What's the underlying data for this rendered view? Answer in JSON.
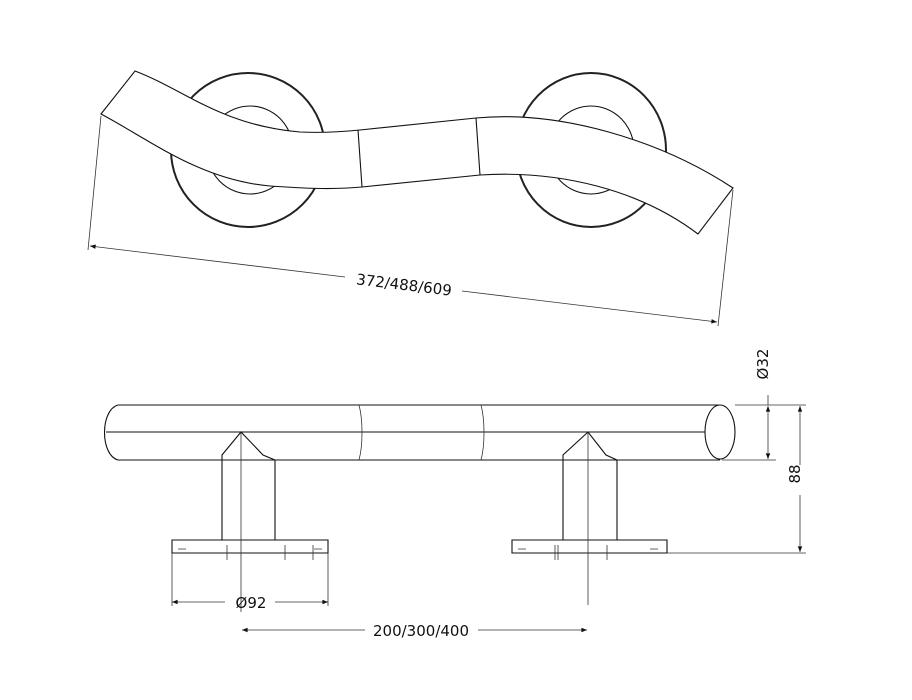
{
  "top_view": {
    "length_dimension": "372/488/609"
  },
  "side_view": {
    "tube_diameter": "Ø32",
    "height_dimension": "88",
    "rosette_diameter": "Ø92",
    "fixing_centres": "200/300/400"
  }
}
